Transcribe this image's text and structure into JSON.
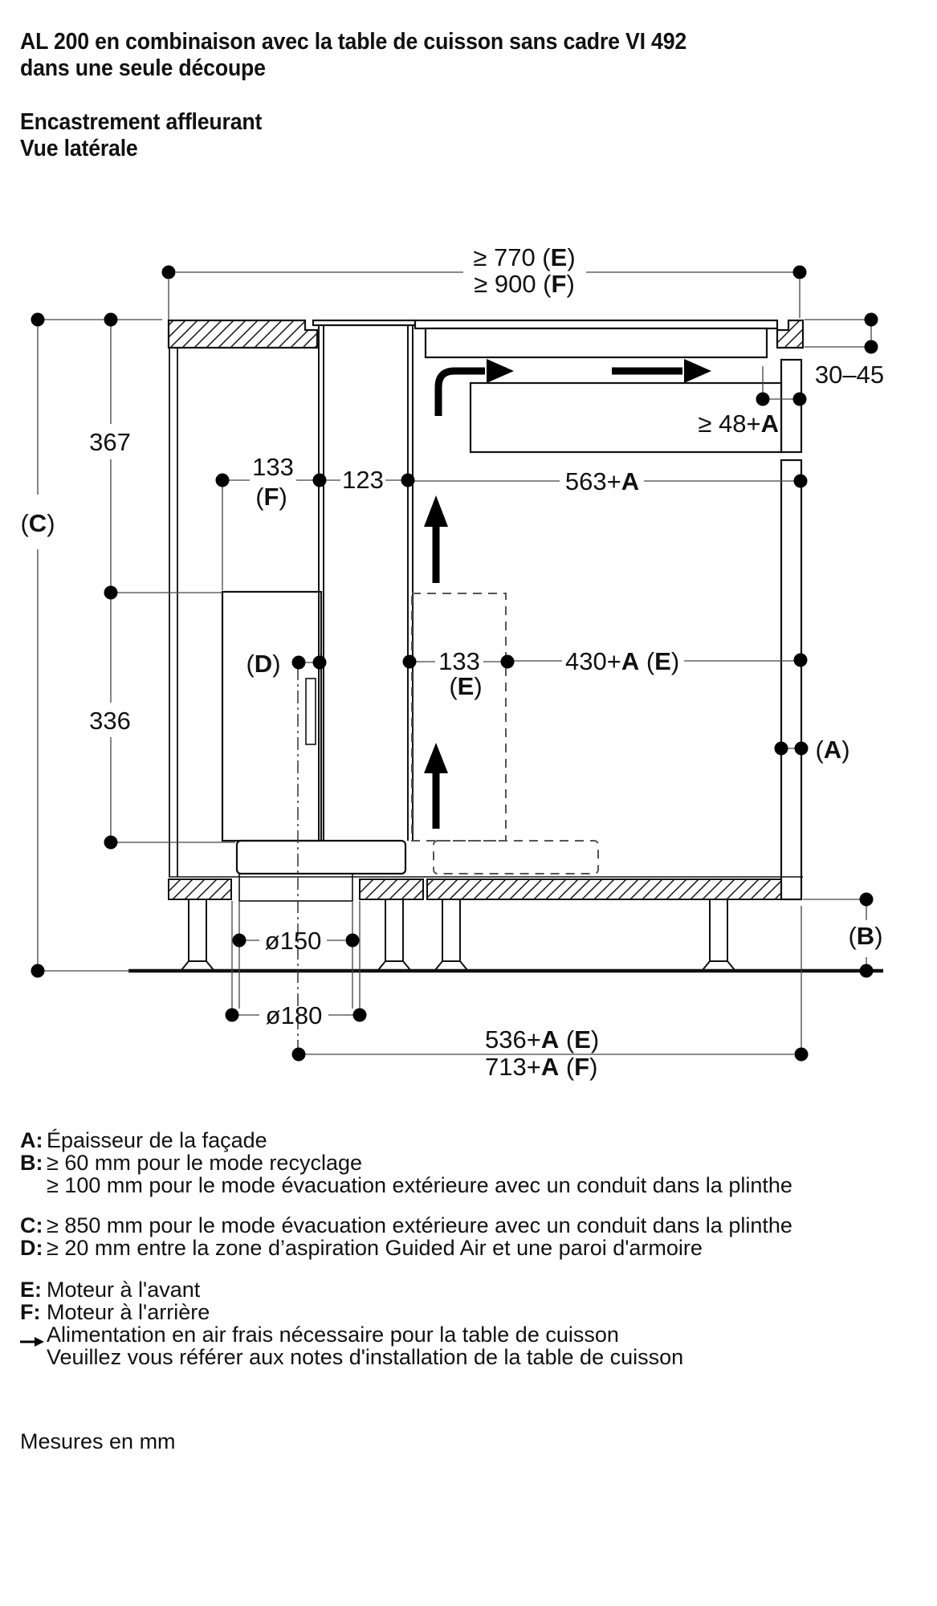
{
  "header": {
    "title_line1": "AL 200 en combinaison avec la table de cuisson sans cadre VI 492",
    "title_line2": "dans une seule découpe",
    "subtitle_line1": "Encastrement affleurant",
    "subtitle_line2": "Vue latérale"
  },
  "dims": {
    "width_e": [
      {
        "t": "≥ 770 ("
      },
      {
        "t": "E",
        "b": true
      },
      {
        "t": ")"
      }
    ],
    "width_f": [
      {
        "t": "≥ 900 ("
      },
      {
        "t": "F",
        "b": true
      },
      {
        "t": ")"
      }
    ],
    "counter_thickness": [
      {
        "t": "30–45"
      }
    ],
    "depth48": [
      {
        "t": "≥ 48+"
      },
      {
        "t": "A",
        "b": true
      }
    ],
    "h367": [
      {
        "t": "367"
      }
    ],
    "h336": [
      {
        "t": "336"
      }
    ],
    "ref_c": [
      {
        "t": "("
      },
      {
        "t": "C",
        "b": true
      },
      {
        "t": ")"
      }
    ],
    "ref_d": [
      {
        "t": "("
      },
      {
        "t": "D",
        "b": true
      },
      {
        "t": ")"
      }
    ],
    "ref_a": [
      {
        "t": "("
      },
      {
        "t": "A",
        "b": true
      },
      {
        "t": ")"
      }
    ],
    "ref_b": [
      {
        "t": "("
      },
      {
        "t": "B",
        "b": true
      },
      {
        "t": ")"
      }
    ],
    "d133f_num": [
      {
        "t": "133"
      }
    ],
    "d133f_ref": [
      {
        "t": "("
      },
      {
        "t": "F",
        "b": true
      },
      {
        "t": ")"
      }
    ],
    "d123": [
      {
        "t": "123"
      }
    ],
    "d563": [
      {
        "t": "563+"
      },
      {
        "t": "A",
        "b": true
      }
    ],
    "d133e_num": [
      {
        "t": "133"
      }
    ],
    "d133e_ref": [
      {
        "t": "("
      },
      {
        "t": "E",
        "b": true
      },
      {
        "t": ")"
      }
    ],
    "d430": [
      {
        "t": "430+"
      },
      {
        "t": "A",
        "b": true
      },
      {
        "t": " ("
      },
      {
        "t": "E",
        "b": true
      },
      {
        "t": ")"
      }
    ],
    "d150": [
      {
        "t": "ø150"
      }
    ],
    "d180": [
      {
        "t": "ø180"
      }
    ],
    "d536": [
      {
        "t": "536+"
      },
      {
        "t": "A",
        "b": true
      },
      {
        "t": " ("
      },
      {
        "t": "E",
        "b": true
      },
      {
        "t": ")"
      }
    ],
    "d713": [
      {
        "t": "713+"
      },
      {
        "t": "A",
        "b": true
      },
      {
        "t": " ("
      },
      {
        "t": "F",
        "b": true
      },
      {
        "t": ")"
      }
    ]
  },
  "legend": {
    "rows": [
      {
        "key": "A:",
        "lines": [
          "Épaisseur de la façade"
        ]
      },
      {
        "key": "B:",
        "lines": [
          "≥ 60 mm pour le mode recyclage",
          "≥ 100 mm pour le mode évacuation extérieure avec un conduit dans la plinthe"
        ]
      },
      {
        "key": "C:",
        "lines": [
          "≥ 850 mm pour le mode évacuation extérieure avec un conduit dans la plinthe"
        ]
      },
      {
        "key": "D:",
        "lines": [
          "≥ 20 mm entre la zone d’aspiration Guided Air et une paroi d'armoire"
        ]
      },
      {
        "key": "E:",
        "lines": [
          "Moteur à l'avant"
        ]
      },
      {
        "key": "F:",
        "lines": [
          "Moteur à l'arrière"
        ]
      },
      {
        "key": "→",
        "lines": [
          "Alimentation en air frais nécessaire pour la table de cuisson",
          "Veuillez vous référer aux notes d'installation de la table de cuisson"
        ]
      }
    ]
  },
  "footer": {
    "units_note": "Mesures en mm"
  },
  "colors": {
    "ink": "#111111",
    "background": "#ffffff"
  }
}
